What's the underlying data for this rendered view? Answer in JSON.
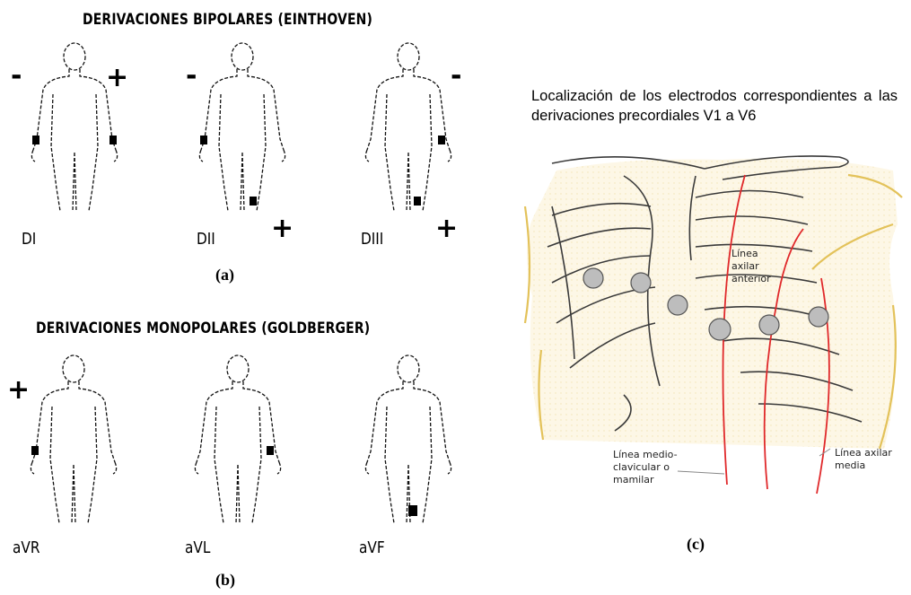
{
  "panel_a": {
    "title": "DERIVACIONES BIPOLARES (EINTHOVEN)",
    "figure_label": "(a)",
    "leads": [
      {
        "name": "DI",
        "left_sign": "-",
        "right_sign": "+"
      },
      {
        "name": "DII",
        "left_sign": "-",
        "leg_sign": "+"
      },
      {
        "name": "DIII",
        "right_sign": "-",
        "leg_sign": "+"
      }
    ]
  },
  "panel_b": {
    "title": "DERIVACIONES MONOPOLARES (GOLDBERGER)",
    "figure_label": "(b)",
    "leads": [
      {
        "name": "aVR",
        "sign": "+"
      },
      {
        "name": "aVL"
      },
      {
        "name": "aVF"
      }
    ]
  },
  "panel_c": {
    "caption": "Localización de los electrodos correspondientes a las derivaciones precordiales V1 a V6",
    "figure_label": "(c)",
    "labels": {
      "anterior_line": [
        "Línea",
        "axilar",
        "anterior"
      ],
      "mid_clavicular_line": [
        "Línea medio-",
        "clavicular o",
        "mamilar"
      ],
      "mid_axillary_line": [
        "Línea axilar",
        "media"
      ]
    },
    "colors": {
      "electrode": "#bdbdbd",
      "guide_line": "#e0292b",
      "skin_outline": "#e3c25a",
      "chest_fill": "#fdf7e6"
    }
  }
}
